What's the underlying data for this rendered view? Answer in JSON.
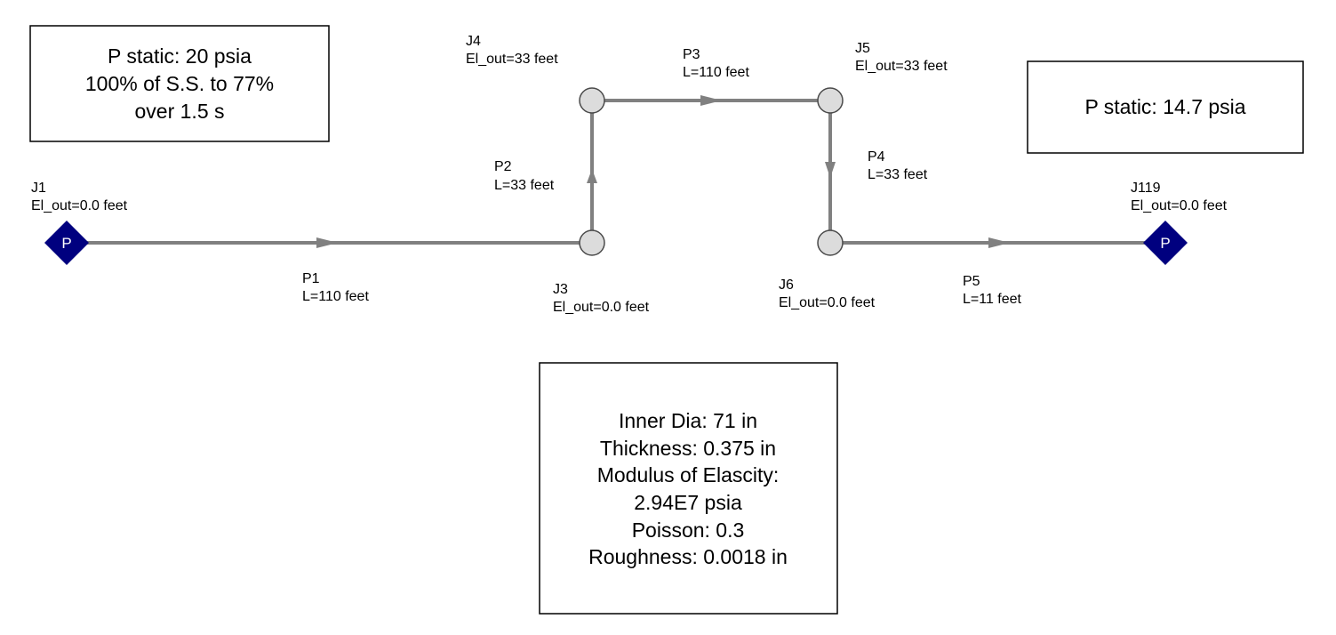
{
  "colors": {
    "pipe": "#808080",
    "junction_fill": "#dcdcdc",
    "reservoir": "#00007f"
  },
  "annotations": {
    "inlet": [
      "P static: 20 psia",
      "100% of S.S. to 77%",
      "over 1.5 s"
    ],
    "outlet": [
      "P static: 14.7 psia"
    ],
    "pipe_props": [
      "Inner Dia: 71 in",
      "Thickness: 0.375 in",
      "Modulus of Elascity:",
      "2.94E7 psia",
      "Poisson: 0.3",
      "Roughness: 0.0018 in"
    ]
  },
  "junctions": {
    "J1": {
      "name": "J1",
      "elev": "El_out=0.0 feet",
      "symbol": "P"
    },
    "J3": {
      "name": "J3",
      "elev": "El_out=0.0 feet"
    },
    "J4": {
      "name": "J4",
      "elev": "El_out=33 feet"
    },
    "J5": {
      "name": "J5",
      "elev": "El_out=33 feet"
    },
    "J6": {
      "name": "J6",
      "elev": "El_out=0.0 feet"
    },
    "J119": {
      "name": "J119",
      "elev": "El_out=0.0 feet",
      "symbol": "P"
    }
  },
  "pipes": {
    "P1": {
      "name": "P1",
      "length": "L=110 feet"
    },
    "P2": {
      "name": "P2",
      "length": "L=33 feet"
    },
    "P3": {
      "name": "P3",
      "length": "L=110 feet"
    },
    "P4": {
      "name": "P4",
      "length": "L=33 feet"
    },
    "P5": {
      "name": "P5",
      "length": "L=11 feet"
    }
  }
}
